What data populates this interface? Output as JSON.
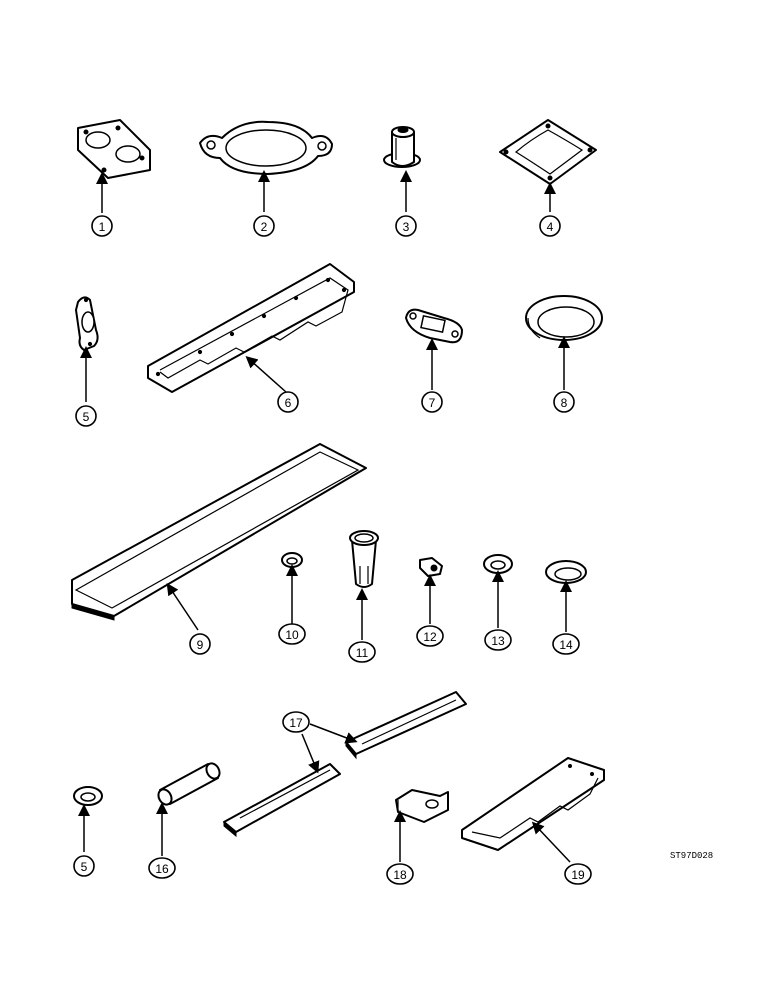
{
  "callouts": {
    "c1": "1",
    "c2": "2",
    "c3": "3",
    "c4": "4",
    "c5a": "5",
    "c6": "6",
    "c7": "7",
    "c8": "8",
    "c9": "9",
    "c10": "10",
    "c11": "11",
    "c12": "12",
    "c13": "13",
    "c14": "14",
    "c5b": "5",
    "c16": "16",
    "c17": "17",
    "c18": "18",
    "c19": "19"
  },
  "figure_code": "ST97D028"
}
